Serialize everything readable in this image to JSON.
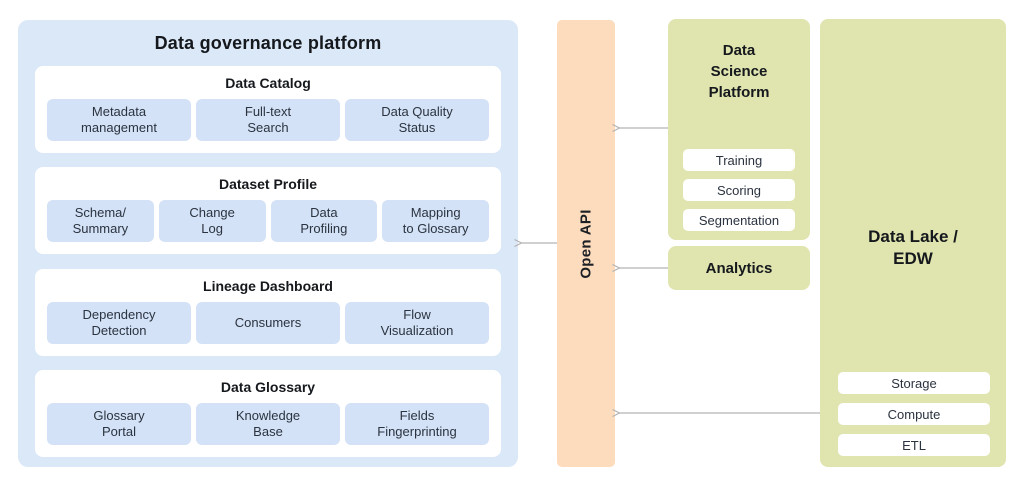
{
  "colors": {
    "governance_panel": "#dbe8f8",
    "governance_item": "#d3e2f6",
    "open_api_bar": "#fcdcbd",
    "green_panel": "#e0e4ae",
    "arrow": "#b3b3b3",
    "title_text": "#15181c"
  },
  "governance": {
    "title": "Data governance platform",
    "sections": [
      {
        "title": "Data Catalog",
        "items": [
          "Metadata\nmanagement",
          "Full-text\nSearch",
          "Data Quality\nStatus"
        ]
      },
      {
        "title": "Dataset Profile",
        "items": [
          "Schema/\nSummary",
          "Change\nLog",
          "Data\nProfiling",
          "Mapping\nto Glossary"
        ]
      },
      {
        "title": "Lineage Dashboard",
        "items": [
          "Dependency\nDetection",
          "Consumers",
          "Flow\nVisualization"
        ]
      },
      {
        "title": "Data Glossary",
        "items": [
          "Glossary\nPortal",
          "Knowledge\nBase",
          "Fields\nFingerprinting"
        ]
      }
    ]
  },
  "open_api": {
    "label": "Open API"
  },
  "data_science": {
    "title": "Data\nScience\nPlatform",
    "items": [
      "Training",
      "Scoring",
      "Segmentation"
    ]
  },
  "analytics": {
    "label": "Analytics"
  },
  "data_lake": {
    "title": "Data Lake /\nEDW",
    "items": [
      "Storage",
      "Compute",
      "ETL"
    ]
  }
}
